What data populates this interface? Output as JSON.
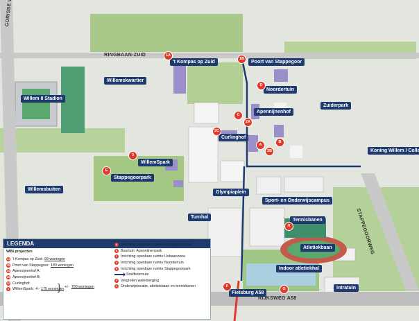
{
  "roads": {
    "gorissestraat": "GORISSE WEG",
    "ringbaan_zuid": "RINGBAAN-ZUID",
    "rijksweg": "RIJKSWEG A58",
    "stappegoorweg": "STAPPEGOORWEG"
  },
  "places": {
    "kompas": "'t Kompas op Zuid",
    "poort": "Poort van Stappegoor",
    "noordertuin": "Noordertuin",
    "willemskwartier": "Willemskwartier",
    "willem_ii_stadion": "Willem II Stadion",
    "zuiderpark": "Zuiderpark",
    "apennijnenhof": "Apennijnenhof",
    "curlinghof": "Curlinghof",
    "koning_willem": "Koning Willem I College",
    "willemspark": "WillemSpark",
    "stappegoorpark": "Stappegoorpark",
    "willemsbuiten": "Willemsbuiten",
    "olympiaplein": "Olympiaplein",
    "turnhal": "Turnhal",
    "sportcampus": "Sport- en Onderwijscampus",
    "tennisbanen": "Tennisbanen",
    "atletiekbaan": "Atletiekbaan",
    "indoor": "Indoor atletiekhal",
    "intratuin": "Intratuin",
    "fietsburg": "Fietsburg A58"
  },
  "markers": {
    "m1a": "1A",
    "m1b": "1B",
    "m2a": "2A",
    "m2b": "2B",
    "m2c": "2C",
    "m3": "3",
    "mA": "A",
    "mB": "B",
    "mC": "C",
    "mD": "D",
    "mE": "E",
    "mF": "F",
    "mG": "G",
    "mH": "H"
  },
  "legend": {
    "title": "LEGENDA",
    "subtitle": "WBI projecten",
    "left": [
      {
        "code": "1A",
        "text": "'t Kompas op Zuid:",
        "count": "99 woningen"
      },
      {
        "code": "1B",
        "text": "Poort van Stappegoor:",
        "count": "183 woningen"
      },
      {
        "code": "2A",
        "text": "Apennijnenhof A:",
        "count": ""
      },
      {
        "code": "2B",
        "text": "Apennijnenhof B:",
        "count": ""
      },
      {
        "code": "2C",
        "text": "Curlinghof:",
        "count": ""
      },
      {
        "code": "3",
        "text": "WillemSpark: +/-",
        "count": "175 woningen"
      }
    ],
    "brace_text": "+/-",
    "brace_count": "700 woningen",
    "right": [
      {
        "code": "A",
        "text": "Inrichting openbare ruimte Apennijnenzone"
      },
      {
        "code": "B",
        "text": "Buurtuin: Apennijnenpark"
      },
      {
        "code": "C",
        "text": "Inrichting openbare ruimte Uobaanzone"
      },
      {
        "code": "D",
        "text": "Inrichting openbare ruimte Noordertuin"
      },
      {
        "code": "E",
        "text": "Inrichting openbare ruimte Stappegoorpark"
      },
      {
        "code": "arrow",
        "text": "Snelfietsroute"
      },
      {
        "code": "F",
        "text": "Vergroten waterberging"
      },
      {
        "code": "G",
        "text": "Onderwijslocatie, atletiekbaan en tennisbanen"
      }
    ]
  },
  "colors": {
    "marker": "#e03a2a",
    "label_bg": "#1f3a6e",
    "bike_route": "#1f3a6e",
    "green": "#a8c98a",
    "water": "#a9cfe0"
  }
}
